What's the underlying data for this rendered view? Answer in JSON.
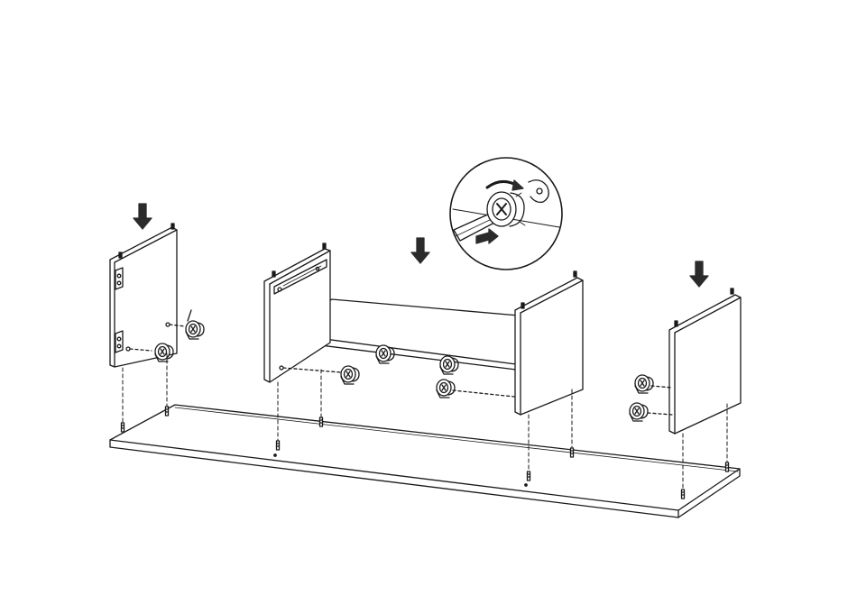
{
  "diagram": {
    "kind": "furniture assembly step",
    "style": "black line art on white",
    "text_labels": [],
    "colors": {
      "line": "#1a1a1a",
      "panel_fill": "#ffffff",
      "arrow_fill": "#2b2b2b",
      "background": "#ffffff"
    },
    "icons": [
      "down-arrow-icon",
      "cam-lock-fitting-icon",
      "wooden-dowel-icon",
      "screwdriver-icon",
      "rotate-arrow-icon",
      "push-arrow-icon"
    ],
    "parts": [
      "base-board",
      "left-side-panel",
      "center-unit",
      "right-end-panel",
      "right-divider-panel",
      "detail-inset"
    ]
  }
}
